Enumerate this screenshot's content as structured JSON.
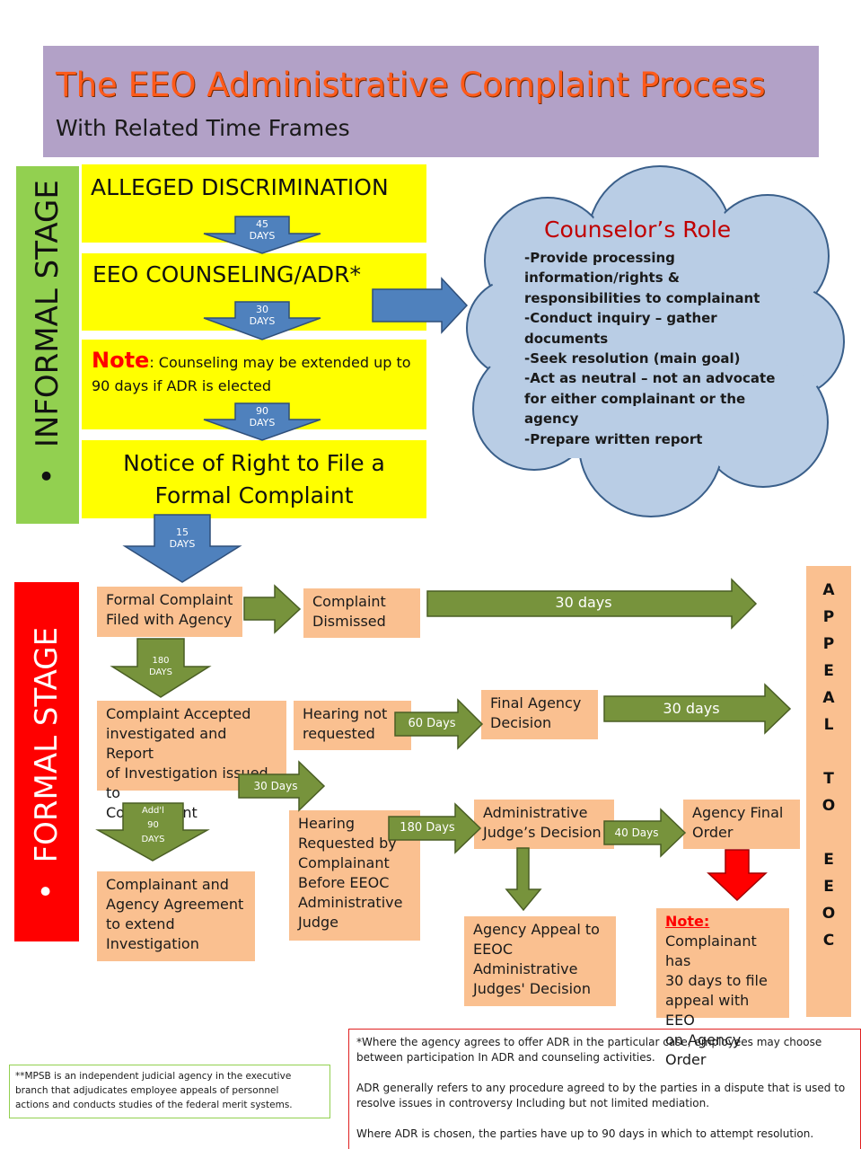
{
  "header": {
    "title": "The EEO Administrative Complaint Process",
    "subtitle": "With Related Time Frames"
  },
  "informal": {
    "stage_label": "INFORMAL STAGE",
    "alleged": "ALLEGED DISCRIMINATION",
    "arrow1": [
      "45",
      "DAYS"
    ],
    "counseling": "EEO COUNSELING/ADR*",
    "arrow2": [
      "30",
      "DAYS"
    ],
    "note_label": "Note",
    "note_text": ": Counseling may be extended up to 90 days if ADR is elected",
    "arrow3": [
      "90",
      "DAYS"
    ],
    "notice": [
      "Notice of Right to File a",
      "Formal Complaint"
    ],
    "arrow4": [
      "15",
      "DAYS"
    ]
  },
  "counselor": {
    "title": "Counselor’s Role",
    "lines": [
      "-Provide processing",
      "information/rights &",
      "responsibilities to complainant",
      "-Conduct inquiry – gather",
      "documents",
      "-Seek resolution (main goal)",
      "-Act as neutral – not an advocate",
      "for either complainant or the",
      "agency",
      "-Prepare written report"
    ]
  },
  "formal": {
    "stage_label": "FORMAL STAGE",
    "filed": [
      "Formal Complaint",
      "Filed with Agency"
    ],
    "dismissed": [
      "Complaint",
      "Dismissed"
    ],
    "arrow_dismissed_appeal": "30 days",
    "arrow_180": [
      "180",
      "DAYS"
    ],
    "accepted": [
      "Complaint Accepted",
      "investigated and Report",
      "of Investigation issued to",
      "Complainant"
    ],
    "hearing_not": [
      "Hearing not",
      "requested"
    ],
    "arrow_60": "60 Days",
    "final_agency": [
      "Final Agency",
      "Decision"
    ],
    "arrow_fad_appeal": "30 days",
    "arrow_30": "30 Days",
    "arrow_addl": [
      "Add'l",
      "90",
      "DAYS"
    ],
    "hearing_req": [
      "Hearing",
      "Requested by",
      "Complainant",
      "Before EEOC",
      "Administrative",
      "Judge"
    ],
    "arrow_180b": "180 Days",
    "aj_decision": [
      "Administrative",
      "Judge’s Decision"
    ],
    "arrow_40": "40 Days",
    "agency_final": [
      "Agency Final",
      "Order"
    ],
    "agreement": [
      "Complainant and",
      "Agency Agreement",
      "to extend",
      "Investigation"
    ],
    "agency_appeal": [
      "Agency Appeal to",
      "EEOC",
      "Administrative",
      "Judges' Decision"
    ],
    "note_label": "Note:",
    "note_lines": [
      "Complainant has",
      "30 days to file",
      "appeal with EEO",
      "on Agency Order"
    ]
  },
  "appeal_letters": [
    "A",
    "P",
    "P",
    "E",
    "A",
    "L",
    "",
    "T",
    "O",
    "",
    "E",
    "E",
    "O",
    "C"
  ],
  "footnote_left": [
    "**MPSB  is an independent judicial agency in the executive",
    "branch that adjudicates  employee appeals of personnel",
    "actions and conducts studies of the federal merit systems."
  ],
  "footnote_right": [
    "*Where the agency agrees to offer ADR in the particular case, employees may choose",
    "between participation In ADR and counseling activities.",
    "ADR generally refers to any procedure agreed to by the parties in a dispute that is used to",
    "resolve issues in controversy Including but not limited mediation.",
    "Where ADR is chosen, the parties have up to 90 days in which to attempt resolution."
  ],
  "colors": {
    "header_bg": "#b2a1c7",
    "title_orange": "#ff5a1a",
    "yellow": "#ffff00",
    "green_stage": "#92d050",
    "red_stage": "#ff0000",
    "peach": "#fac090",
    "blue_arrow": "#4f81bd",
    "olive_arrow": "#77933c",
    "cloud": "#b9cde5"
  }
}
